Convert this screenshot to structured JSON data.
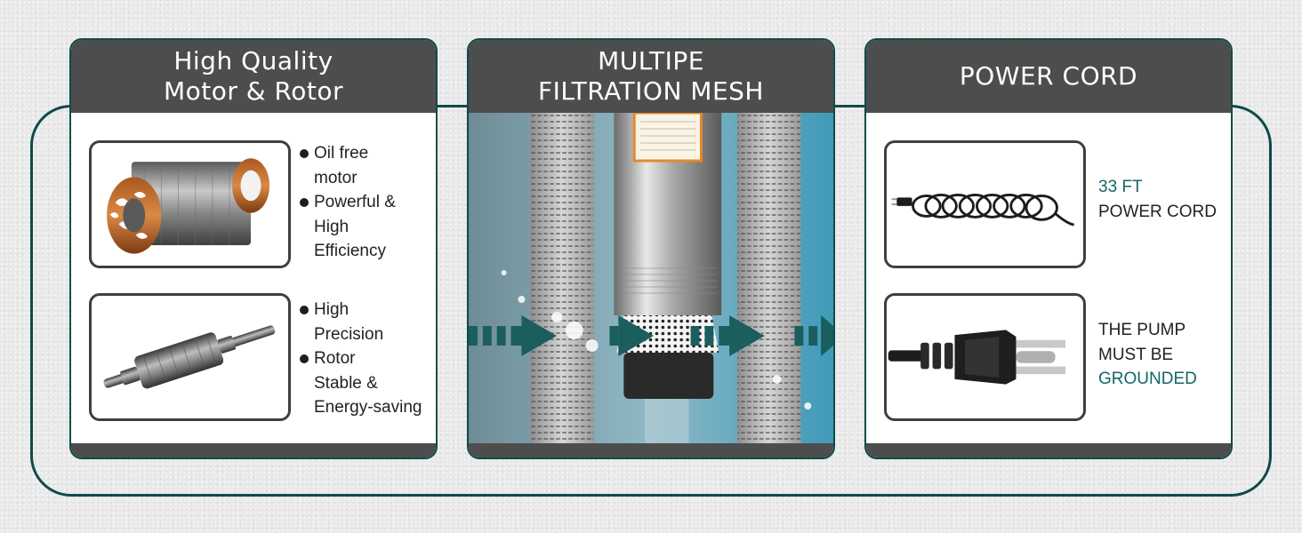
{
  "panels": {
    "motor": {
      "title_line1": "High Quality",
      "title_line2": "Motor & Rotor",
      "stator_image": "motor-stator-image",
      "rotor_image": "rotor-shaft-image",
      "group1": [
        "Oil free",
        "motor",
        "Powerful &",
        "High",
        "Efficiency"
      ],
      "group2": [
        "High",
        "Precision",
        "Rotor",
        "Stable &",
        "Energy-saving"
      ]
    },
    "mesh": {
      "title_line1": "MULTIPE",
      "title_line2": "FILTRATION MESH",
      "image": "submersible-pump-mesh-image"
    },
    "cord": {
      "title": "POWER CORD",
      "coil_image": "coiled-cord-image",
      "plug_image": "grounded-plug-image",
      "length": "33 FT",
      "length_label": "POWER CORD",
      "ground_line1": "THE PUMP",
      "ground_line2": "MUST BE",
      "ground_line3": "GROUNDED"
    }
  },
  "colors": {
    "frame": "#0f4b4a",
    "header": "#4d4d4d",
    "accent_text": "#136664",
    "arrow": "#1a5e5d"
  }
}
